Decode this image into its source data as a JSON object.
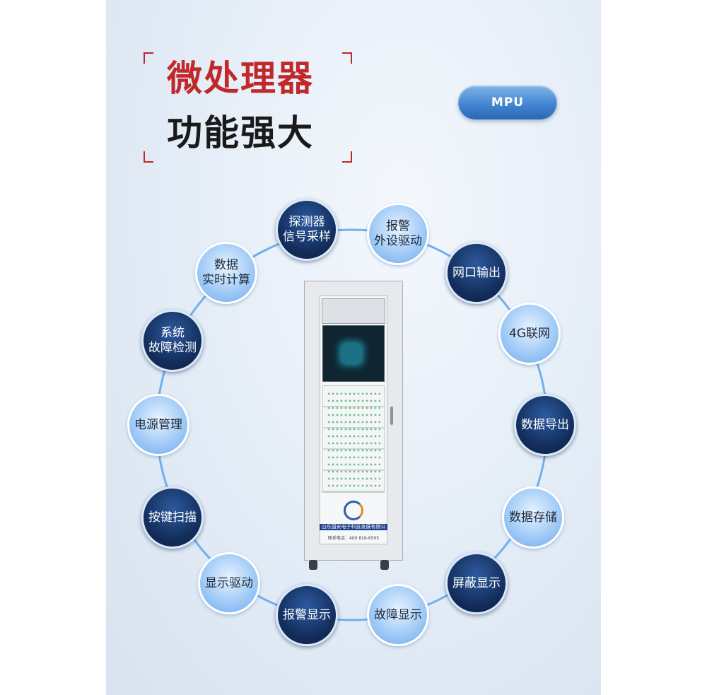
{
  "heading": {
    "line1": "微处理器",
    "line2": "功能强大"
  },
  "badge": {
    "label": "MPU"
  },
  "colors": {
    "accent_red": "#c0282a",
    "ring_blue": "#6fb0ee",
    "dark_node": "#14305f",
    "light_node": "#9cc8f6"
  },
  "features": [
    {
      "label": "探测器\n信号采样",
      "style": "dark"
    },
    {
      "label": "报警\n外设驱动",
      "style": "light"
    },
    {
      "label": "网口输出",
      "style": "dark"
    },
    {
      "label": "4G联网",
      "style": "light"
    },
    {
      "label": "数据导出",
      "style": "dark"
    },
    {
      "label": "数据存储",
      "style": "light"
    },
    {
      "label": "屏蔽显示",
      "style": "dark"
    },
    {
      "label": "故障显示",
      "style": "light"
    },
    {
      "label": "报警显示",
      "style": "dark"
    },
    {
      "label": "显示驱动",
      "style": "light"
    },
    {
      "label": "按键扫描",
      "style": "dark"
    },
    {
      "label": "电源管理",
      "style": "light"
    },
    {
      "label": "系统\n故障检测",
      "style": "dark"
    },
    {
      "label": "数据\n实时计算",
      "style": "light"
    }
  ],
  "cabinet": {
    "company": "山东国安电子科技发展有限公司",
    "phone": "联系电话：400 816-6505"
  }
}
